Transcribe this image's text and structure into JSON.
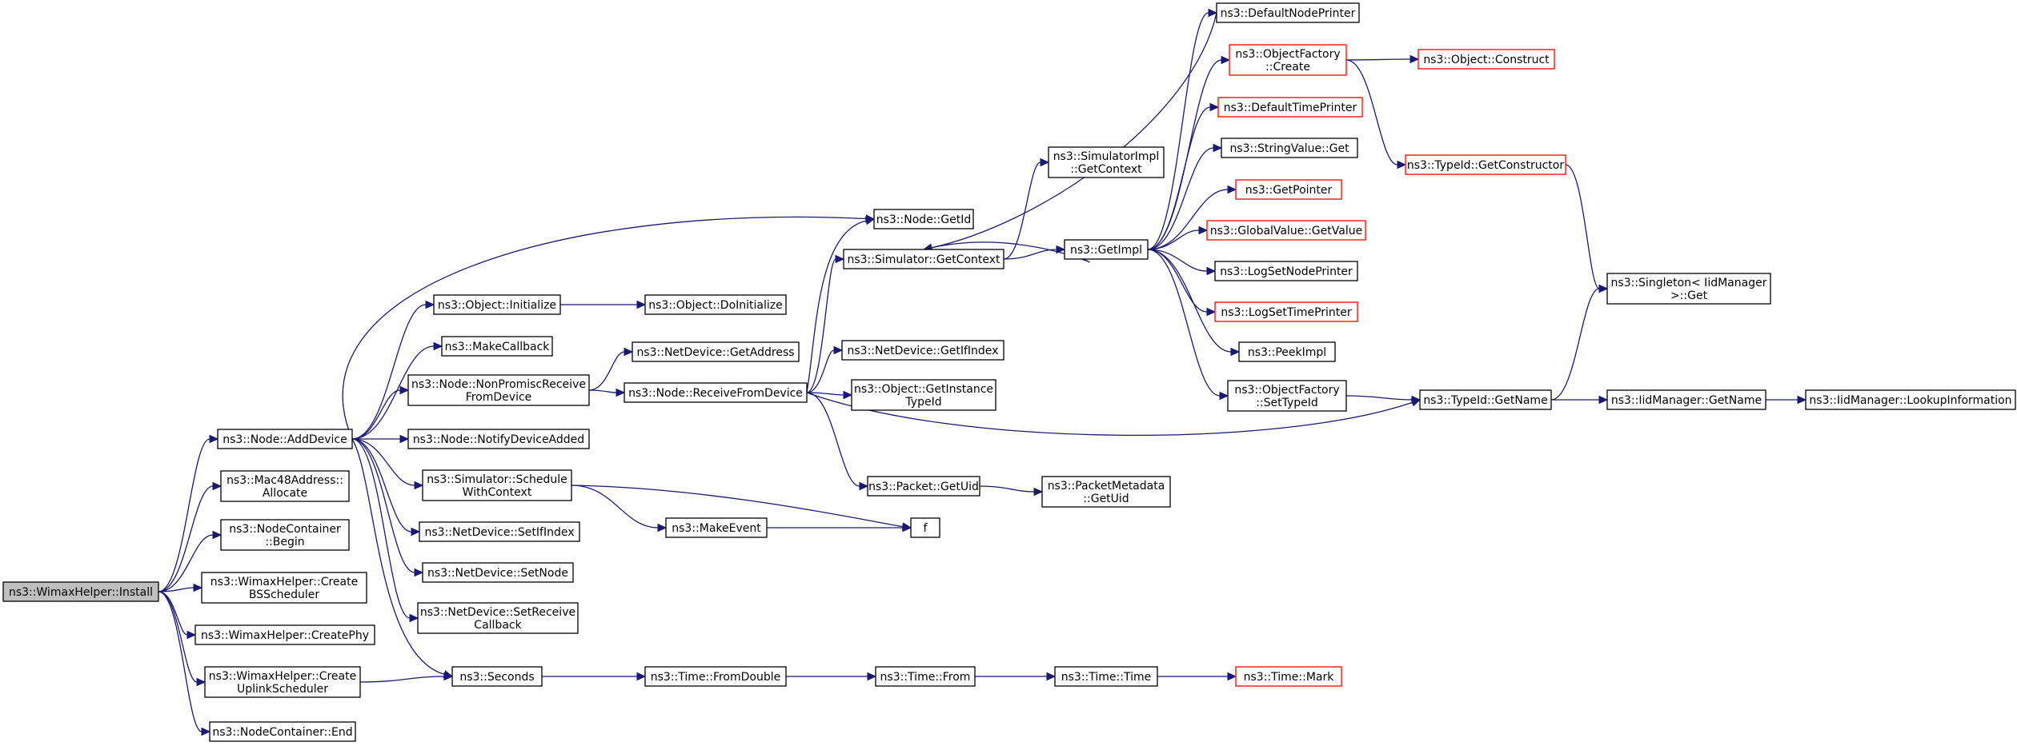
{
  "diagram": {
    "title": "",
    "colors": {
      "edge": "#191970",
      "node_border": "#000000",
      "node_border_truncated": "#ff0000",
      "root_fill": "#bfbfbf",
      "node_fill": "#ffffff"
    },
    "nodes": [
      {
        "id": "install",
        "lines": [
          "ns3::WimaxHelper::Install"
        ],
        "style": "root"
      },
      {
        "id": "adddevice",
        "lines": [
          "ns3::Node::AddDevice"
        ],
        "style": "normal"
      },
      {
        "id": "mac48",
        "lines": [
          "ns3::Mac48Address::",
          "Allocate"
        ],
        "style": "normal"
      },
      {
        "id": "ncbegin",
        "lines": [
          "ns3::NodeContainer",
          "::Begin"
        ],
        "style": "normal"
      },
      {
        "id": "createbs",
        "lines": [
          "ns3::WimaxHelper::Create",
          "BSScheduler"
        ],
        "style": "normal"
      },
      {
        "id": "createphy",
        "lines": [
          "ns3::WimaxHelper::CreatePhy"
        ],
        "style": "normal"
      },
      {
        "id": "createul",
        "lines": [
          "ns3::WimaxHelper::Create",
          "UplinkScheduler"
        ],
        "style": "normal"
      },
      {
        "id": "ncend",
        "lines": [
          "ns3::NodeContainer::End"
        ],
        "style": "normal"
      },
      {
        "id": "objinit",
        "lines": [
          "ns3::Object::Initialize"
        ],
        "style": "normal"
      },
      {
        "id": "makecb",
        "lines": [
          "ns3::MakeCallback"
        ],
        "style": "normal"
      },
      {
        "id": "nonpromisc",
        "lines": [
          "ns3::Node::NonPromiscReceive",
          "FromDevice"
        ],
        "style": "normal"
      },
      {
        "id": "notifyadded",
        "lines": [
          "ns3::Node::NotifyDeviceAdded"
        ],
        "style": "normal"
      },
      {
        "id": "schedctx",
        "lines": [
          "ns3::Simulator::Schedule",
          "WithContext"
        ],
        "style": "normal"
      },
      {
        "id": "setifindex",
        "lines": [
          "ns3::NetDevice::SetIfIndex"
        ],
        "style": "normal"
      },
      {
        "id": "setnode",
        "lines": [
          "ns3::NetDevice::SetNode"
        ],
        "style": "normal"
      },
      {
        "id": "setrecv",
        "lines": [
          "ns3::NetDevice::SetReceive",
          "Callback"
        ],
        "style": "normal"
      },
      {
        "id": "seconds",
        "lines": [
          "ns3::Seconds"
        ],
        "style": "normal"
      },
      {
        "id": "doinit",
        "lines": [
          "ns3::Object::DoInitialize"
        ],
        "style": "normal"
      },
      {
        "id": "getaddress",
        "lines": [
          "ns3::NetDevice::GetAddress"
        ],
        "style": "normal"
      },
      {
        "id": "recvfromdev",
        "lines": [
          "ns3::Node::ReceiveFromDevice"
        ],
        "style": "normal"
      },
      {
        "id": "makeevent",
        "lines": [
          "ns3::MakeEvent"
        ],
        "style": "normal"
      },
      {
        "id": "fromdouble",
        "lines": [
          "ns3::Time::FromDouble"
        ],
        "style": "normal"
      },
      {
        "id": "nodegetid",
        "lines": [
          "ns3::Node::GetId"
        ],
        "style": "normal"
      },
      {
        "id": "simgetctx",
        "lines": [
          "ns3::Simulator::GetContext"
        ],
        "style": "normal"
      },
      {
        "id": "getifindex",
        "lines": [
          "ns3::NetDevice::GetIfIndex"
        ],
        "style": "normal"
      },
      {
        "id": "getinstancetid",
        "lines": [
          "ns3::Object::GetInstance",
          "TypeId"
        ],
        "style": "normal"
      },
      {
        "id": "pktgetuid",
        "lines": [
          "ns3::Packet::GetUid"
        ],
        "style": "normal"
      },
      {
        "id": "f",
        "lines": [
          "f"
        ],
        "style": "normal"
      },
      {
        "id": "timefrom",
        "lines": [
          "ns3::Time::From"
        ],
        "style": "normal"
      },
      {
        "id": "simimplgetctx",
        "lines": [
          "ns3::SimulatorImpl",
          "::GetContext"
        ],
        "style": "normal"
      },
      {
        "id": "getimpl",
        "lines": [
          "ns3::GetImpl"
        ],
        "style": "normal"
      },
      {
        "id": "pmgetuid",
        "lines": [
          "ns3::PacketMetadata",
          "::GetUid"
        ],
        "style": "normal"
      },
      {
        "id": "timetime",
        "lines": [
          "ns3::Time::Time"
        ],
        "style": "normal"
      },
      {
        "id": "defnodeprinter",
        "lines": [
          "ns3::DefaultNodePrinter"
        ],
        "style": "normal"
      },
      {
        "id": "ofcreate",
        "lines": [
          "ns3::ObjectFactory",
          "::Create"
        ],
        "style": "truncated"
      },
      {
        "id": "deftimeprinter",
        "lines": [
          "ns3::DefaultTimePrinter"
        ],
        "style": "truncated"
      },
      {
        "id": "strvalget",
        "lines": [
          "ns3::StringValue::Get"
        ],
        "style": "normal"
      },
      {
        "id": "getpointer",
        "lines": [
          "ns3::GetPointer"
        ],
        "style": "truncated"
      },
      {
        "id": "gvgetvalue",
        "lines": [
          "ns3::GlobalValue::GetValue"
        ],
        "style": "truncated"
      },
      {
        "id": "logsetnode",
        "lines": [
          "ns3::LogSetNodePrinter"
        ],
        "style": "normal"
      },
      {
        "id": "logsettime",
        "lines": [
          "ns3::LogSetTimePrinter"
        ],
        "style": "truncated"
      },
      {
        "id": "peekimpl",
        "lines": [
          "ns3::PeekImpl"
        ],
        "style": "normal"
      },
      {
        "id": "ofsettypeid",
        "lines": [
          "ns3::ObjectFactory",
          "::SetTypeId"
        ],
        "style": "normal"
      },
      {
        "id": "timemark",
        "lines": [
          "ns3::Time::Mark"
        ],
        "style": "truncated"
      },
      {
        "id": "objconstruct",
        "lines": [
          "ns3::Object::Construct"
        ],
        "style": "truncated"
      },
      {
        "id": "tidgetctor",
        "lines": [
          "ns3::TypeId::GetConstructor"
        ],
        "style": "truncated"
      },
      {
        "id": "tidgetname",
        "lines": [
          "ns3::TypeId::GetName"
        ],
        "style": "normal"
      },
      {
        "id": "singletonget",
        "lines": [
          "ns3::Singleton< IidManager",
          " >::Get"
        ],
        "style": "normal"
      },
      {
        "id": "iidgetname",
        "lines": [
          "ns3::IidManager::GetName"
        ],
        "style": "normal"
      },
      {
        "id": "iidlookup",
        "lines": [
          "ns3::IidManager::LookupInformation"
        ],
        "style": "normal"
      }
    ],
    "edges": [
      [
        "install",
        "adddevice"
      ],
      [
        "install",
        "mac48"
      ],
      [
        "install",
        "ncbegin"
      ],
      [
        "install",
        "createbs"
      ],
      [
        "install",
        "createphy"
      ],
      [
        "install",
        "createul"
      ],
      [
        "install",
        "ncend"
      ],
      [
        "adddevice",
        "nodegetid"
      ],
      [
        "adddevice",
        "objinit"
      ],
      [
        "adddevice",
        "makecb"
      ],
      [
        "adddevice",
        "nonpromisc"
      ],
      [
        "adddevice",
        "notifyadded"
      ],
      [
        "adddevice",
        "schedctx"
      ],
      [
        "adddevice",
        "setifindex"
      ],
      [
        "adddevice",
        "setnode"
      ],
      [
        "adddevice",
        "setrecv"
      ],
      [
        "adddevice",
        "seconds"
      ],
      [
        "createul",
        "seconds"
      ],
      [
        "objinit",
        "doinit"
      ],
      [
        "nonpromisc",
        "getaddress"
      ],
      [
        "nonpromisc",
        "recvfromdev"
      ],
      [
        "schedctx",
        "makeevent"
      ],
      [
        "schedctx",
        "f"
      ],
      [
        "makeevent",
        "f"
      ],
      [
        "seconds",
        "fromdouble"
      ],
      [
        "fromdouble",
        "timefrom"
      ],
      [
        "timefrom",
        "timetime"
      ],
      [
        "timetime",
        "timemark"
      ],
      [
        "recvfromdev",
        "nodegetid"
      ],
      [
        "recvfromdev",
        "simgetctx"
      ],
      [
        "recvfromdev",
        "getifindex"
      ],
      [
        "recvfromdev",
        "getinstancetid"
      ],
      [
        "recvfromdev",
        "pktgetuid"
      ],
      [
        "recvfromdev",
        "tidgetname"
      ],
      [
        "pktgetuid",
        "pmgetuid"
      ],
      [
        "simgetctx",
        "simimplgetctx"
      ],
      [
        "simgetctx",
        "getimpl"
      ],
      [
        "getimpl",
        "defnodeprinter"
      ],
      [
        "getimpl",
        "ofcreate"
      ],
      [
        "getimpl",
        "deftimeprinter"
      ],
      [
        "getimpl",
        "strvalget"
      ],
      [
        "getimpl",
        "getpointer"
      ],
      [
        "getimpl",
        "gvgetvalue"
      ],
      [
        "getimpl",
        "logsetnode"
      ],
      [
        "getimpl",
        "logsettime"
      ],
      [
        "getimpl",
        "peekimpl"
      ],
      [
        "getimpl",
        "ofsettypeid"
      ],
      [
        "getimpl",
        "simgetctx"
      ],
      [
        "defnodeprinter",
        "simgetctx"
      ],
      [
        "ofcreate",
        "objconstruct"
      ],
      [
        "ofcreate",
        "tidgetctor"
      ],
      [
        "tidgetctor",
        "singletonget"
      ],
      [
        "ofsettypeid",
        "tidgetname"
      ],
      [
        "tidgetname",
        "singletonget"
      ],
      [
        "tidgetname",
        "iidgetname"
      ],
      [
        "iidgetname",
        "iidlookup"
      ]
    ]
  }
}
